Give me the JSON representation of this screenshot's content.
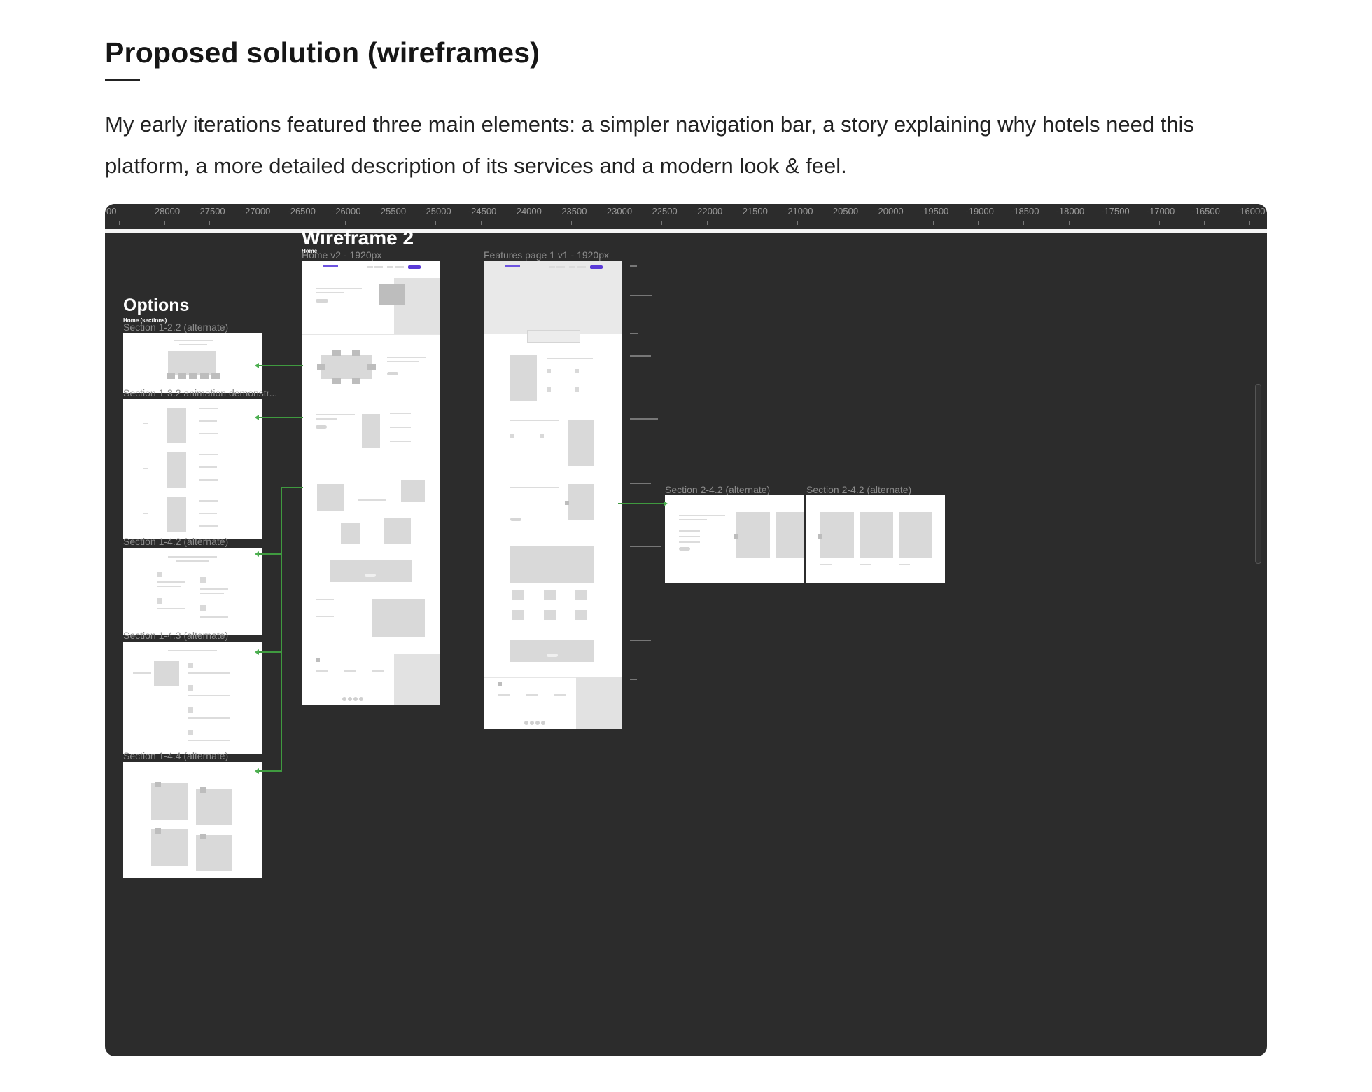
{
  "article": {
    "heading": "Proposed solution (wireframes)",
    "intro": "My early iterations featured three main elements: a simpler navigation bar, a story explaining why hotels need this platform, a more detailed description of its services and a modern look & feel."
  },
  "canvas": {
    "ruler_labels": [
      "00",
      "-28000",
      "-27500",
      "-27000",
      "-26500",
      "-26000",
      "-25500",
      "-25000",
      "-24500",
      "-24000",
      "-23500",
      "-23000",
      "-22500",
      "-22000",
      "-21500",
      "-21000",
      "-20500",
      "-20000",
      "-19500",
      "-19000",
      "-18500",
      "-18000",
      "-17500",
      "-17000",
      "-16500",
      "-16000"
    ],
    "options": {
      "title": "Options",
      "subtitle": "Home (sections)",
      "frames": [
        "Section 1-2.2 (alternate)",
        "Section 1-3.2 animation demonstr...",
        "Section 1-4.2 (alternate)",
        "Section 1-4.3 (alternate)",
        "Section 1-4.4 (alternate)"
      ]
    },
    "wireframe2": {
      "title": "Wireframe 2",
      "subtitle": "Home",
      "home_frame": "Home v2 - 1920px",
      "features_frame": "Features page 1 v1 - 1920px"
    },
    "alternates": [
      "Section 2-4.2 (alternate)",
      "Section 2-4.2 (alternate)"
    ]
  }
}
